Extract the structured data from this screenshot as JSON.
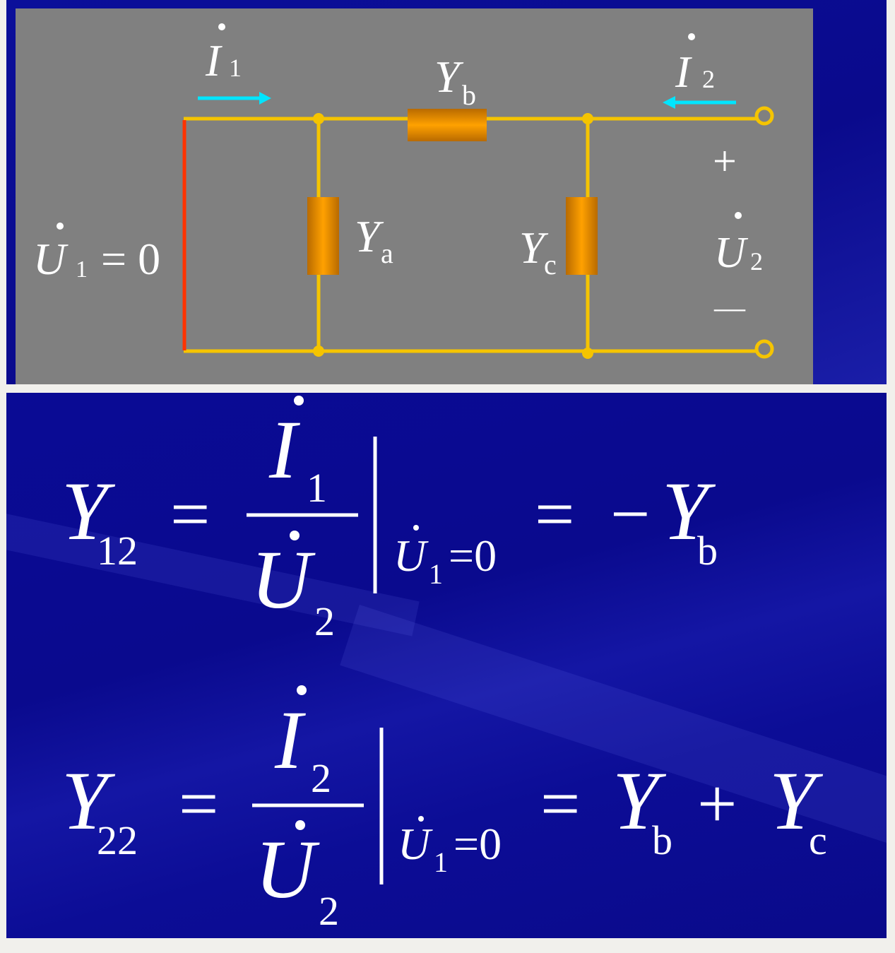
{
  "circuit": {
    "current1": {
      "symbol": "I",
      "sub": "1"
    },
    "current2": {
      "symbol": "I",
      "sub": "2"
    },
    "yb": {
      "symbol": "Y",
      "sub": "b"
    },
    "ya": {
      "symbol": "Y",
      "sub": "a"
    },
    "yc": {
      "symbol": "Y",
      "sub": "c"
    },
    "u1": {
      "symbol": "U",
      "sub": "1",
      "rest": "= 0"
    },
    "u2": {
      "symbol": "U",
      "sub": "2"
    },
    "plus": "+",
    "minus": "—",
    "colors": {
      "wire": "#f5c400",
      "resistor": "#f59a00",
      "short": "#ff3300",
      "arrow": "#00e5ff",
      "background": "#808080"
    }
  },
  "eq1": {
    "lhs": "Y",
    "lhs_sub": "12",
    "eq": "=",
    "num": "I",
    "num_sub": "1",
    "den": "U",
    "den_sub": "2",
    "cond": "U",
    "cond_sub": "1",
    "cond_rest": "=0",
    "rhs_eq": "=",
    "rhs_minus": "−",
    "rhs": "Y",
    "rhs_sub": "b"
  },
  "eq2": {
    "lhs": "Y",
    "lhs_sub": "22",
    "eq": "=",
    "num": "I",
    "num_sub": "2",
    "den": "U",
    "den_sub": "2",
    "cond": "U",
    "cond_sub": "1",
    "cond_rest": "=0",
    "rhs_eq": "=",
    "rhs1": "Y",
    "rhs1_sub": "b",
    "plus": "+",
    "rhs2": "Y",
    "rhs2_sub": "c"
  }
}
